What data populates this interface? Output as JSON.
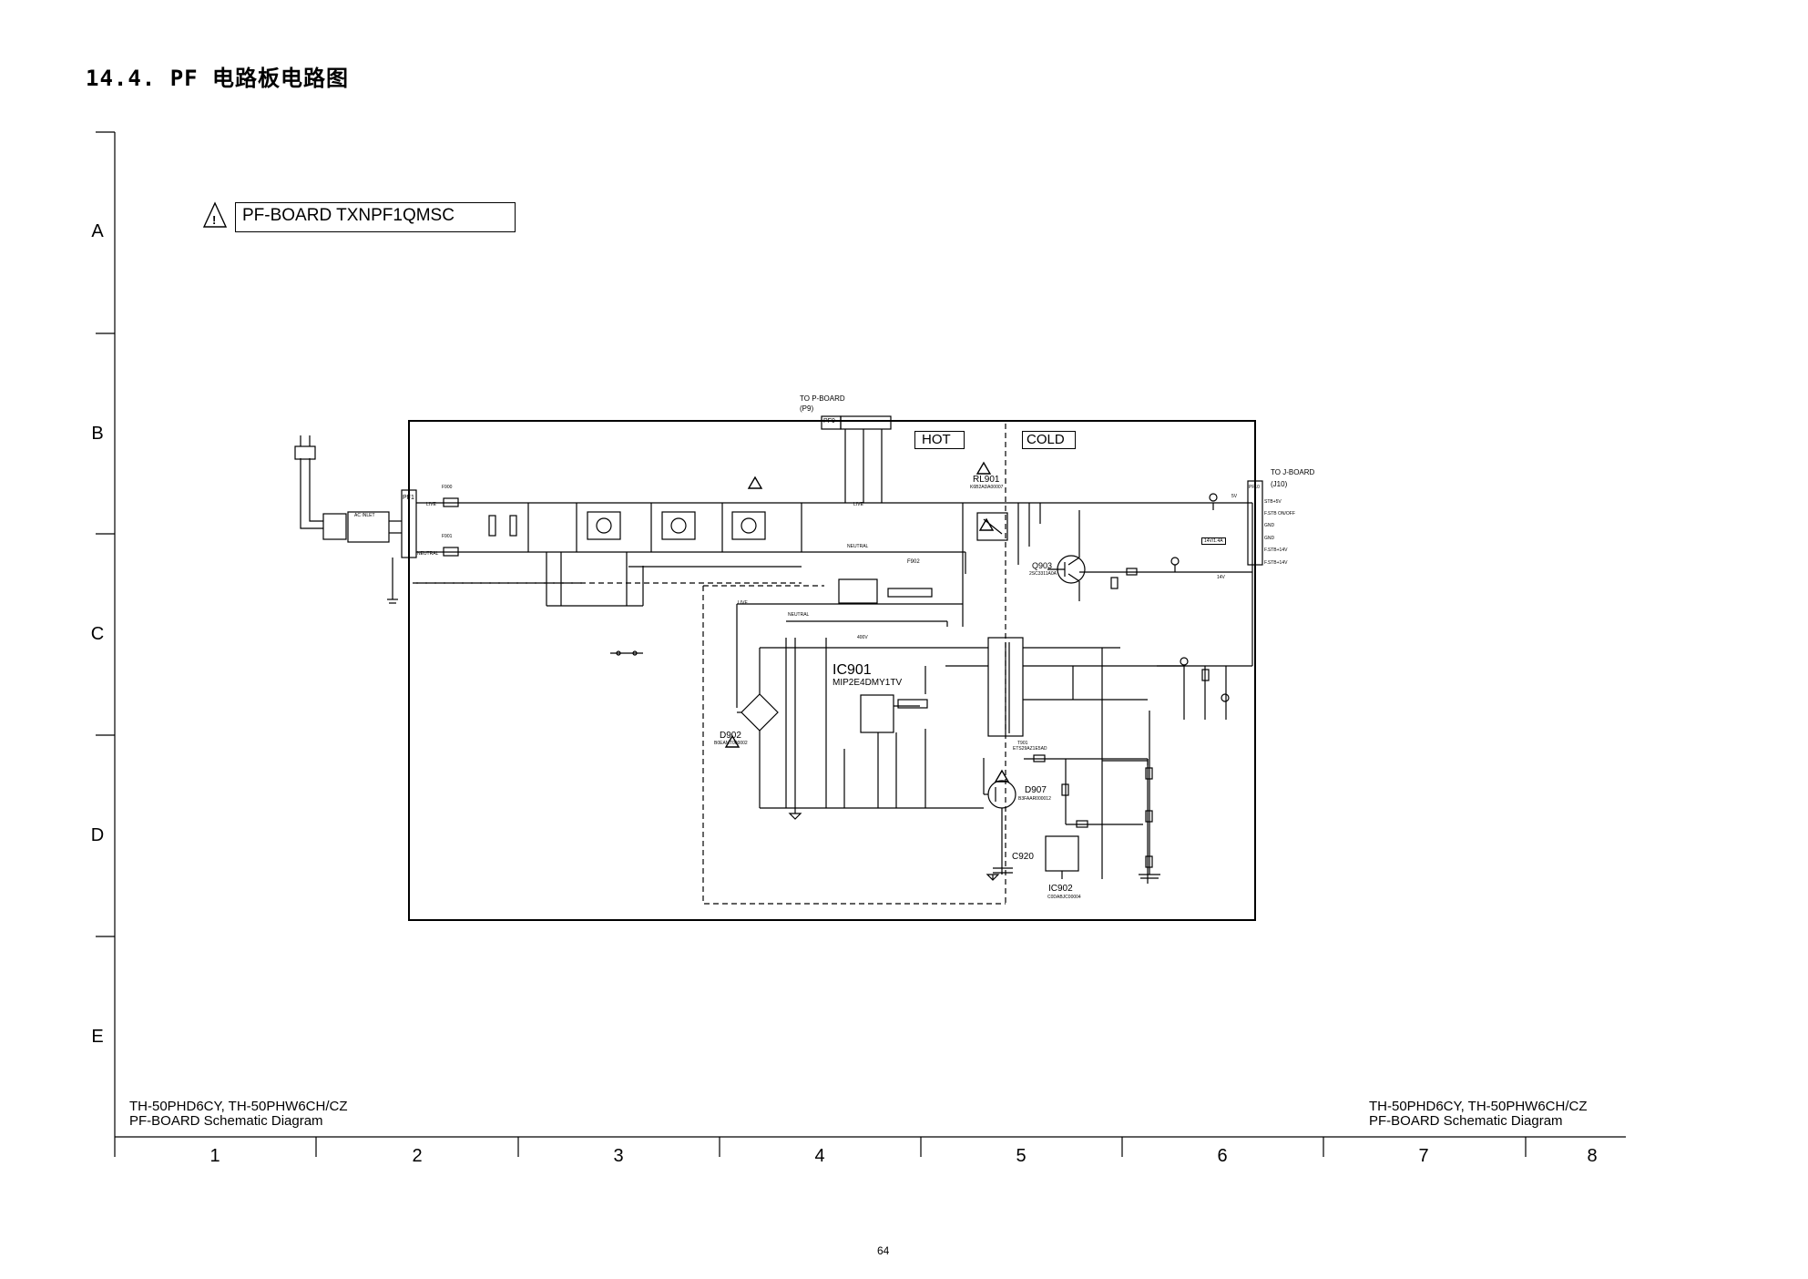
{
  "title": "14.4. PF 电路板电路图",
  "board_label": "PF-BOARD TXNPF1QMSC",
  "row_labels": [
    "A",
    "B",
    "C",
    "D",
    "E"
  ],
  "column_labels": [
    "1",
    "2",
    "3",
    "4",
    "5",
    "6",
    "7",
    "8"
  ],
  "zone_labels": {
    "hot": "HOT",
    "cold": "COLD"
  },
  "connectors": {
    "to_p_board": "TO P-BOARD",
    "p9": "(P9)",
    "pf9": "PF9",
    "to_j_board": "TO J-BOARD",
    "j10": "(J10)",
    "pf10": "PF10",
    "pf1": "PF1",
    "ac_inlet": "AC INLET"
  },
  "components": {
    "rl901": "RL901",
    "rl901_part": "K6B2ADA00007",
    "ic901": "IC901",
    "ic901_part": "MIP2E4DMY1TV",
    "d902": "D902",
    "d902_part": "B0EAMT000002",
    "q903": "Q903",
    "q903_part": "2SC3311A0A",
    "d907": "D907",
    "d907_part": "B3FAAR000012",
    "c920": "C920",
    "ic902": "IC902",
    "ic902_part": "C0DABJC00004",
    "f900": "F900",
    "f901": "F901",
    "f902": "F902",
    "t901": "T901",
    "t901_part": "ETS29AZ1E5AD"
  },
  "net_labels": {
    "live": "LIVE",
    "neutral": "NEUTRAL",
    "v14": "14V",
    "v14_1_4a": "14V/1.4A",
    "v5": "5V",
    "v400": "400V"
  },
  "pf10_pins": [
    "STB+5V",
    "F.STB ON/OFF",
    "GND",
    "GND",
    "F.STB+14V",
    "F.STB+14V"
  ],
  "footer": {
    "left_line1": "TH-50PHD6CY, TH-50PHW6CH/CZ",
    "left_line2": "PF-BOARD Schematic Diagram",
    "right_line1": "TH-50PHD6CY, TH-50PHW6CH/CZ",
    "right_line2": "PF-BOARD Schematic Diagram"
  },
  "page_number": "64"
}
